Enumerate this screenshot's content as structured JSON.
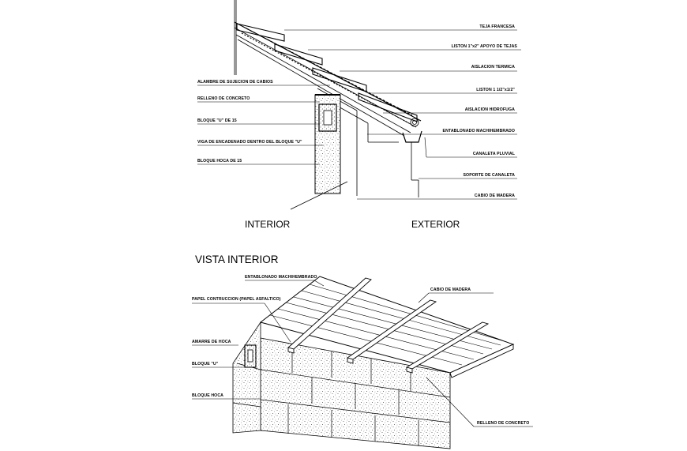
{
  "section": {
    "labels": [
      "TEJA FRANCESA",
      "LISTON 1\"x2\" APOYO DE TEJAS",
      "AISLACION TERMICA",
      "LISTON 1 1/2\"x1/2\"",
      "AISLACION HIDROFUGA",
      "ENTABLONADO MACHIHEMBRADO",
      "CANALETA PLUVIAL",
      "SOPORTE DE CANALETA",
      "CABIO DE MADERA",
      "ALAMBRE DE SUJECION DE CABIOS",
      "RELLENO DE CONCRETO",
      "BLOQUE \"U\" DE 15",
      "VIGA DE ENCADENADO DENTRO DEL BLOQUE \"U\"",
      "BLOQUE HOCA DE 15"
    ],
    "interior": "INTERIOR",
    "exterior": "EXTERIOR"
  },
  "view": {
    "title": "VISTA INTERIOR",
    "labels": [
      "ENTABLONADO MACHIHEMBRADO",
      "PAPEL CONTRUCCION (PAPEL ASFALTICO)",
      "CABIO DE MADERA",
      "AMARRE DE HOCA",
      "BLOQUE \"U\"",
      "BLOQUE HOCA",
      "RELLENO DE CONCRETO"
    ]
  }
}
